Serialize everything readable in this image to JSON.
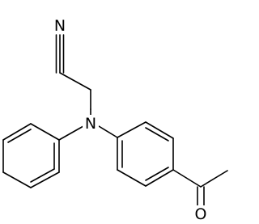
{
  "diagram": {
    "type": "skeletal-structure",
    "bond_color": "#000000",
    "background": "#ffffff",
    "atoms": {
      "nitrile_n": "N",
      "amine_n": "N",
      "carbonyl_o": "O"
    }
  }
}
